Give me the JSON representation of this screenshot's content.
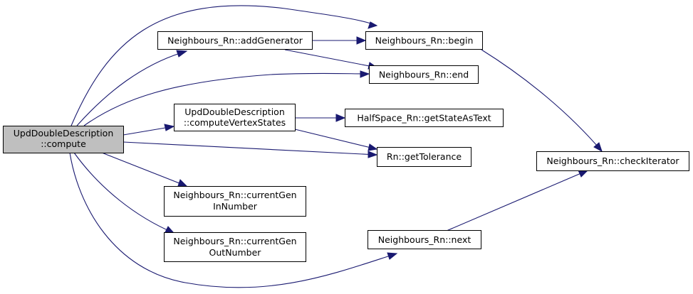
{
  "graph": {
    "colors": {
      "edge": "#191970",
      "node_fill": "#ffffff",
      "root_fill": "#bfbfbf",
      "border": "#000000"
    },
    "nodes": {
      "root": {
        "lines": [
          "UpdDoubleDescription",
          "::compute"
        ]
      },
      "addGenerator": {
        "lines": [
          "Neighbours_Rn::addGenerator"
        ]
      },
      "begin": {
        "lines": [
          "Neighbours_Rn::begin"
        ]
      },
      "end": {
        "lines": [
          "Neighbours_Rn::end"
        ]
      },
      "computeVertexStates": {
        "lines": [
          "UpdDoubleDescription",
          "::computeVertexStates"
        ]
      },
      "getStateAsText": {
        "lines": [
          "HalfSpace_Rn::getStateAsText"
        ]
      },
      "getTolerance": {
        "lines": [
          "Rn::getTolerance"
        ]
      },
      "checkIterator": {
        "lines": [
          "Neighbours_Rn::checkIterator"
        ]
      },
      "currentGenInNumber": {
        "lines": [
          "Neighbours_Rn::currentGen",
          "InNumber"
        ]
      },
      "currentGenOutNumber": {
        "lines": [
          "Neighbours_Rn::currentGen",
          "OutNumber"
        ]
      },
      "next": {
        "lines": [
          "Neighbours_Rn::next"
        ]
      }
    },
    "edges": [
      {
        "from": "root",
        "to": "begin"
      },
      {
        "from": "root",
        "to": "addGenerator"
      },
      {
        "from": "root",
        "to": "end"
      },
      {
        "from": "root",
        "to": "computeVertexStates"
      },
      {
        "from": "root",
        "to": "getTolerance"
      },
      {
        "from": "root",
        "to": "currentGenInNumber"
      },
      {
        "from": "root",
        "to": "currentGenOutNumber"
      },
      {
        "from": "root",
        "to": "next"
      },
      {
        "from": "addGenerator",
        "to": "begin"
      },
      {
        "from": "addGenerator",
        "to": "end"
      },
      {
        "from": "computeVertexStates",
        "to": "getStateAsText"
      },
      {
        "from": "computeVertexStates",
        "to": "getTolerance"
      },
      {
        "from": "begin",
        "to": "checkIterator"
      },
      {
        "from": "next",
        "to": "checkIterator"
      }
    ]
  }
}
